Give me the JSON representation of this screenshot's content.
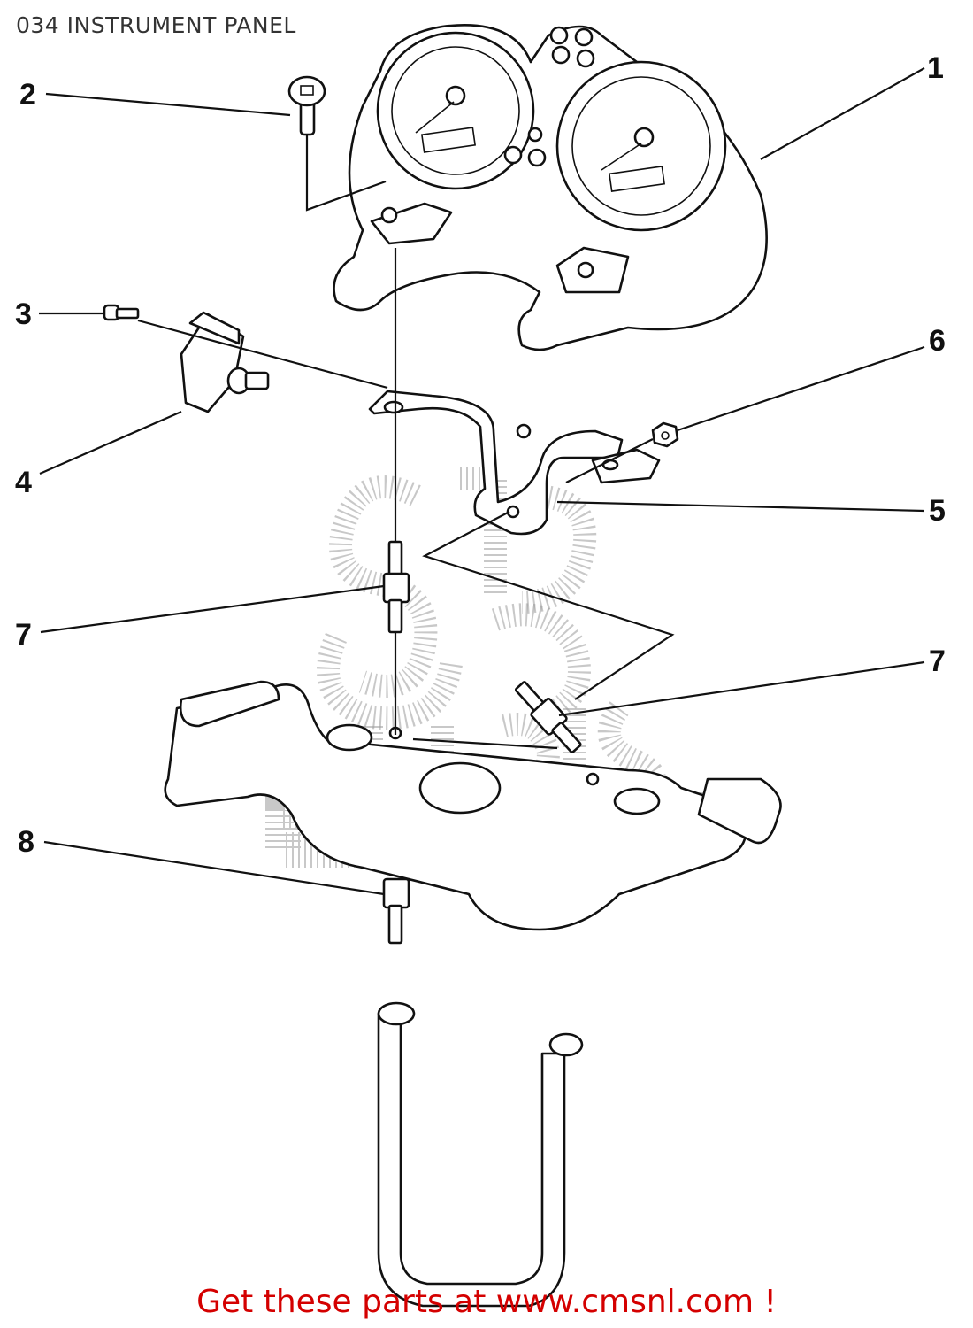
{
  "header": {
    "title": "034 INSTRUMENT PANEL"
  },
  "callouts": [
    {
      "id": "1",
      "label": "1"
    },
    {
      "id": "2",
      "label": "2"
    },
    {
      "id": "3",
      "label": "3"
    },
    {
      "id": "4",
      "label": "4"
    },
    {
      "id": "5",
      "label": "5"
    },
    {
      "id": "6",
      "label": "6"
    },
    {
      "id": "7a",
      "label": "7"
    },
    {
      "id": "7b",
      "label": "7"
    },
    {
      "id": "8",
      "label": "8"
    }
  ],
  "footer": {
    "text": "Get these parts at www.cmsnl.com !"
  },
  "colors": {
    "footer": "#d40000",
    "lines": "#111111",
    "watermark": "#9a9a9a"
  }
}
